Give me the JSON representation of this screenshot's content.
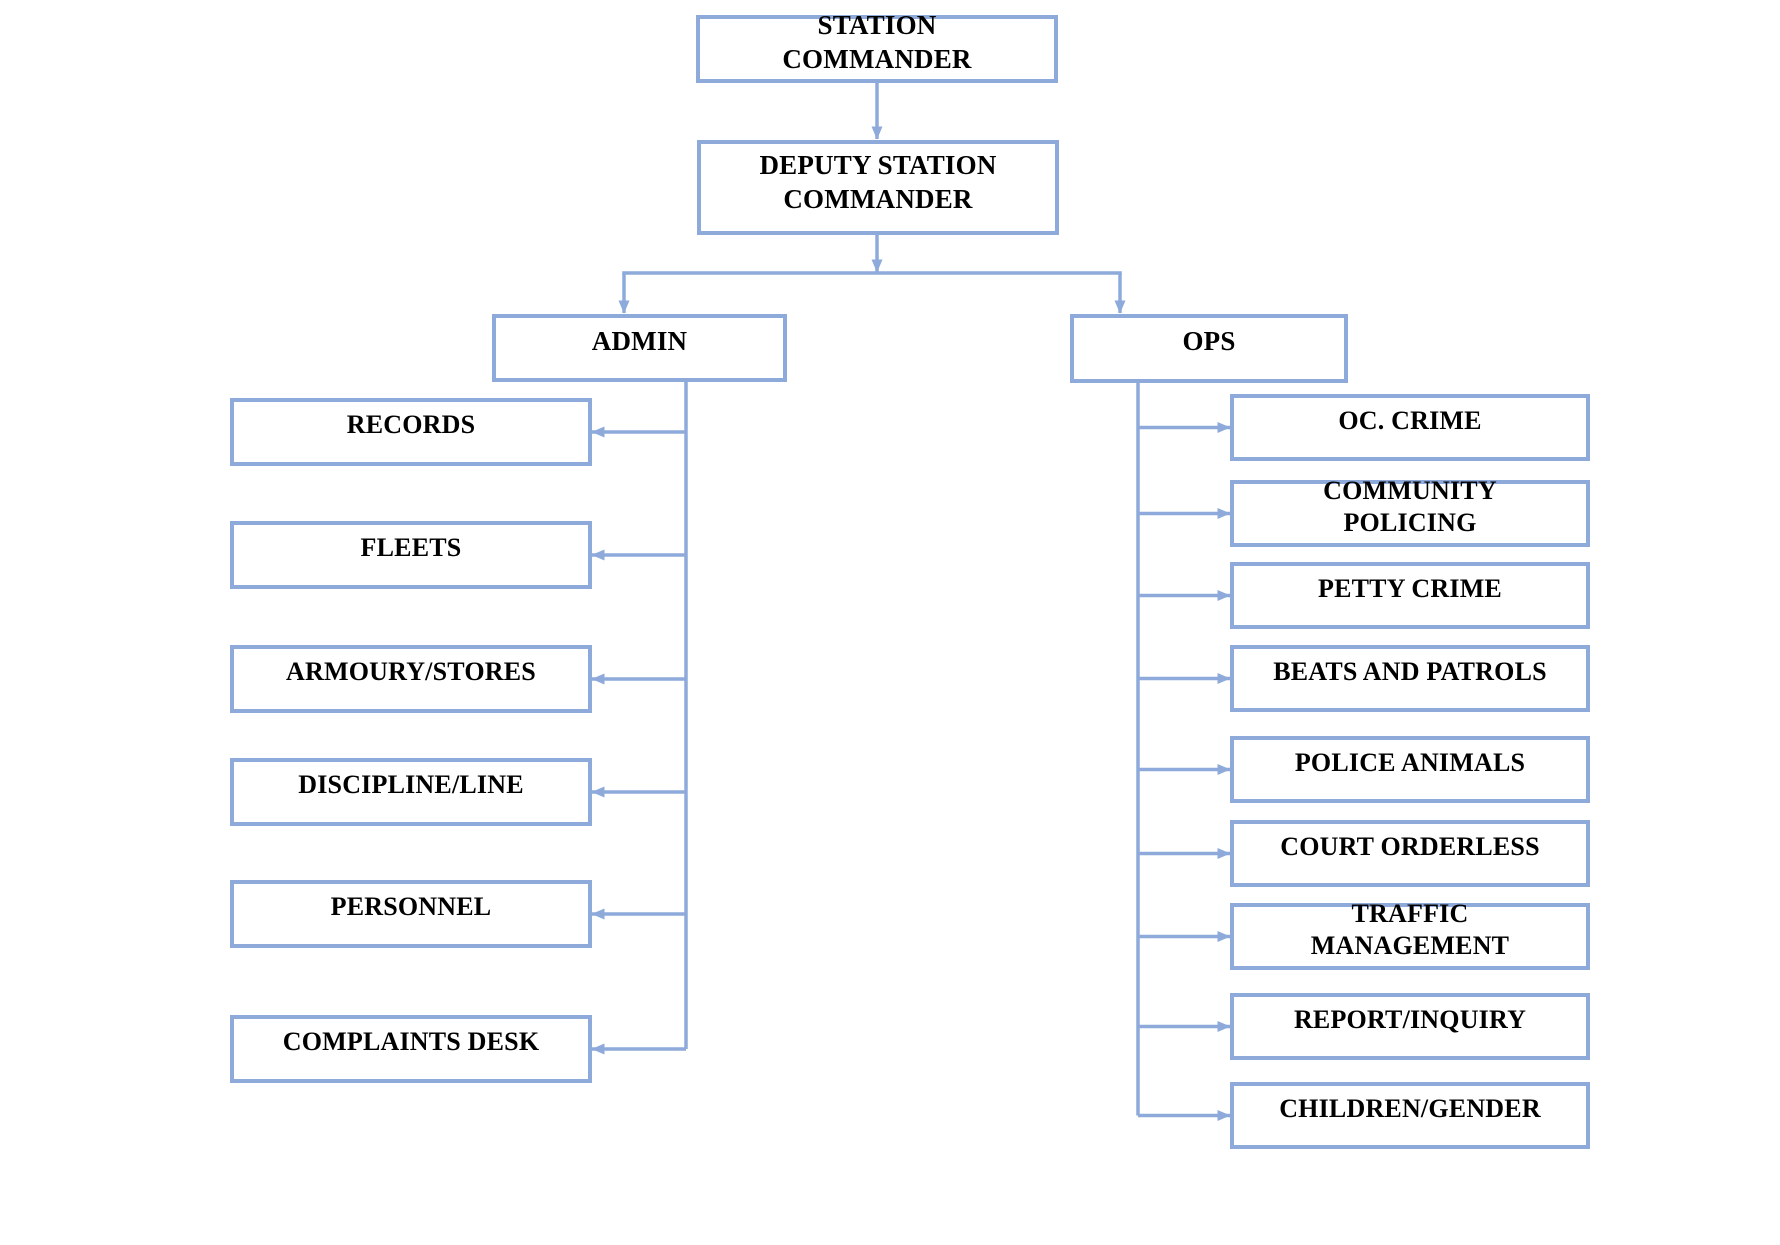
{
  "diagram": {
    "type": "org-chart",
    "colors": {
      "background": "#ffffff",
      "box_border": "#8EAADB",
      "connector": "#8EAADB",
      "text": "#000000"
    },
    "root": {
      "label": "STATION COMMANDER"
    },
    "deputy": {
      "label": "DEPUTY STATION COMMANDER"
    },
    "admin": {
      "label": "ADMIN",
      "children": [
        "RECORDS",
        "FLEETS",
        "ARMOURY/STORES",
        "DISCIPLINE/LINE",
        "PERSONNEL",
        "COMPLAINTS DESK"
      ]
    },
    "ops": {
      "label": "OPS",
      "children": [
        "OC. CRIME",
        "COMMUNITY POLICING",
        "PETTY CRIME",
        "BEATS AND PATROLS",
        "POLICE ANIMALS",
        "COURT ORDERLESS",
        "TRAFFIC MANAGEMENT",
        "REPORT/INQUIRY",
        "CHILDREN/GENDER"
      ]
    },
    "edges": [
      [
        "STATION COMMANDER",
        "DEPUTY STATION COMMANDER"
      ],
      [
        "DEPUTY STATION COMMANDER",
        "ADMIN"
      ],
      [
        "DEPUTY STATION COMMANDER",
        "OPS"
      ],
      [
        "ADMIN",
        "RECORDS"
      ],
      [
        "ADMIN",
        "FLEETS"
      ],
      [
        "ADMIN",
        "ARMOURY/STORES"
      ],
      [
        "ADMIN",
        "DISCIPLINE/LINE"
      ],
      [
        "ADMIN",
        "PERSONNEL"
      ],
      [
        "ADMIN",
        "COMPLAINTS DESK"
      ],
      [
        "OPS",
        "OC. CRIME"
      ],
      [
        "OPS",
        "COMMUNITY POLICING"
      ],
      [
        "OPS",
        "PETTY CRIME"
      ],
      [
        "OPS",
        "BEATS AND PATROLS"
      ],
      [
        "OPS",
        "POLICE ANIMALS"
      ],
      [
        "OPS",
        "COURT ORDERLESS"
      ],
      [
        "OPS",
        "TRAFFIC MANAGEMENT"
      ],
      [
        "OPS",
        "REPORT/INQUIRY"
      ],
      [
        "OPS",
        "CHILDREN/GENDER"
      ]
    ]
  }
}
